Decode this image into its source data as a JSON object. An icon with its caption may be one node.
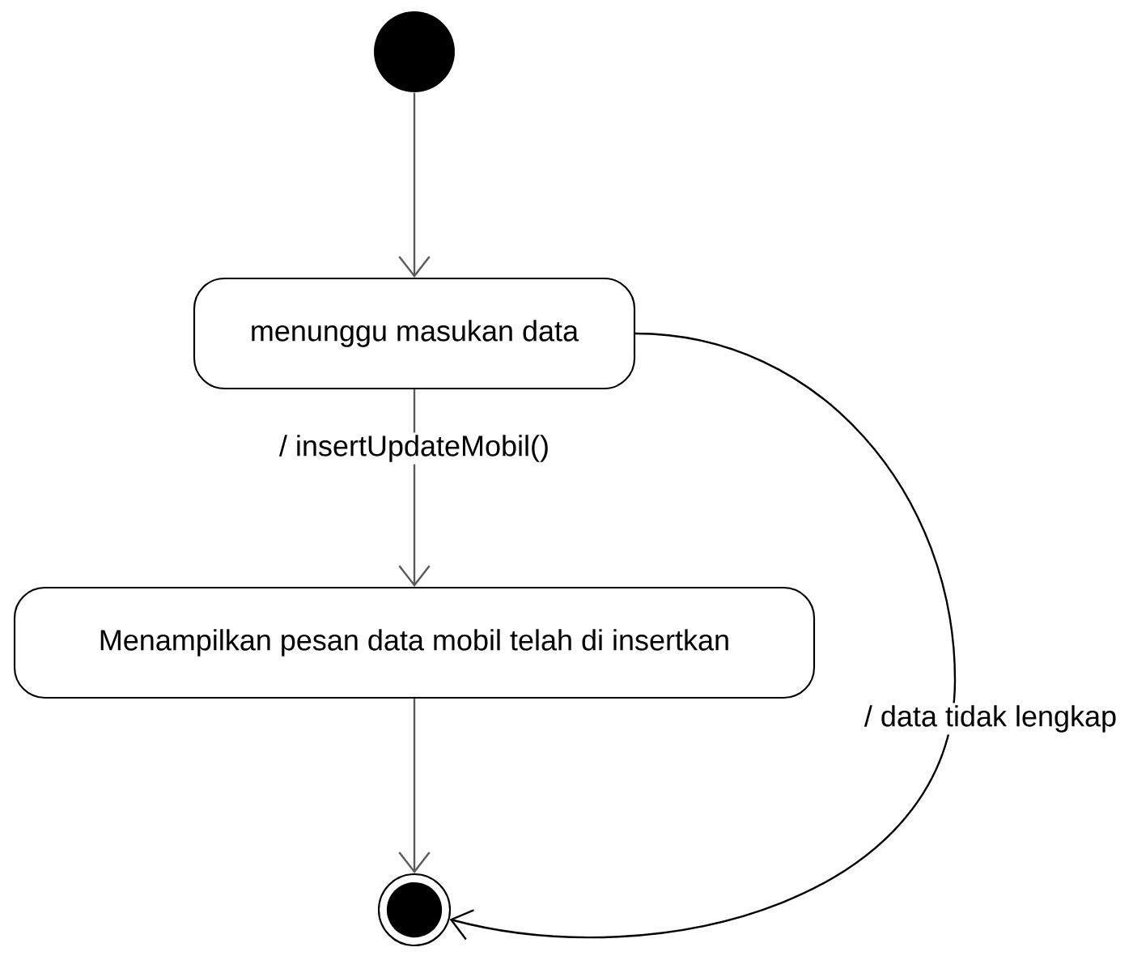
{
  "diagram": {
    "nodes": [
      {
        "text": [],
        "shape": "circle"
      },
      {
        "text": [
          "menunggu masukan data"
        ]
      },
      {
        "text": [
          "Menampilkan pesan data mobil telah di insertkan"
        ]
      },
      {
        "text": [],
        "shape": "circle"
      }
    ],
    "edges": [
      {
        "from": 0,
        "to": 1,
        "arrow": "to"
      },
      {
        "from": 1,
        "to": 2,
        "arrow": "to",
        "label": "/ insertUpdateMobil()"
      },
      {
        "from": 2,
        "to": 3,
        "arrow": "to"
      },
      {
        "from": 1,
        "to": 3,
        "arrow": "to",
        "label": "/ data tidak lengkap",
        "color": "#000000"
      }
    ]
  }
}
